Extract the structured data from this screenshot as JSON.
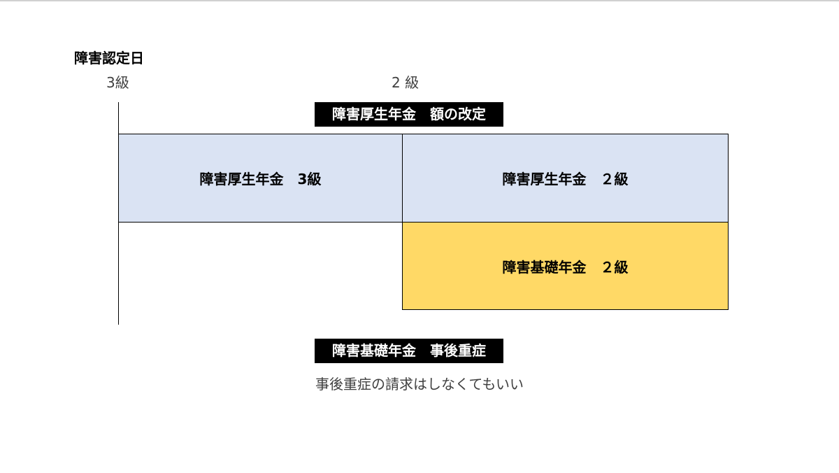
{
  "heading": "障害認定日",
  "grades": {
    "left": "3級",
    "right": "2 級"
  },
  "tags": {
    "kaitei": "障害厚生年金　額の改定",
    "jigo": "障害基礎年金　事後重症"
  },
  "boxes": {
    "kosei_3": "障害厚生年金　3級",
    "kosei_2": "障害厚生年金　２級",
    "kiso_2": "障害基礎年金　２級"
  },
  "note": "事後重症の請求はしなくてもいい",
  "colors": {
    "kosei_fill": "#dae3f3",
    "kiso_fill": "#ffd966",
    "tag_fill": "#000000"
  }
}
